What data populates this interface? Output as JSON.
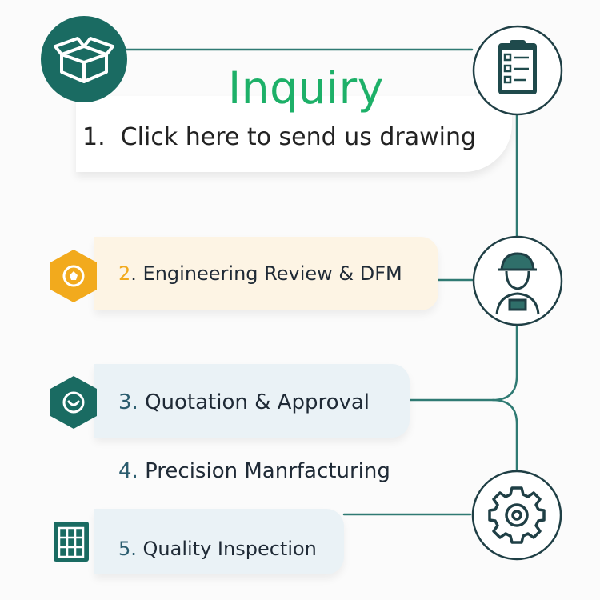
{
  "title": "Inquiry",
  "colors": {
    "teal": "#1a6b62",
    "green": "#1db068",
    "orange": "#f2aa1d",
    "line": "#2f7a73"
  },
  "steps": [
    {
      "number": "1.",
      "label": "Click here to send us drawing",
      "icon": "clipboard-checklist-icon"
    },
    {
      "number": "2",
      "label": ". Engineering Review & DFM",
      "icon": "engineer-icon"
    },
    {
      "number": "3.",
      "label": " Quotation & Approval",
      "icon": "smile-icon"
    },
    {
      "number": "4.",
      "label": " Precision Manrfacturing",
      "icon": "gear-icon"
    },
    {
      "number": "5.",
      "label": " Quality Inspection",
      "icon": "grid-document-icon"
    }
  ]
}
